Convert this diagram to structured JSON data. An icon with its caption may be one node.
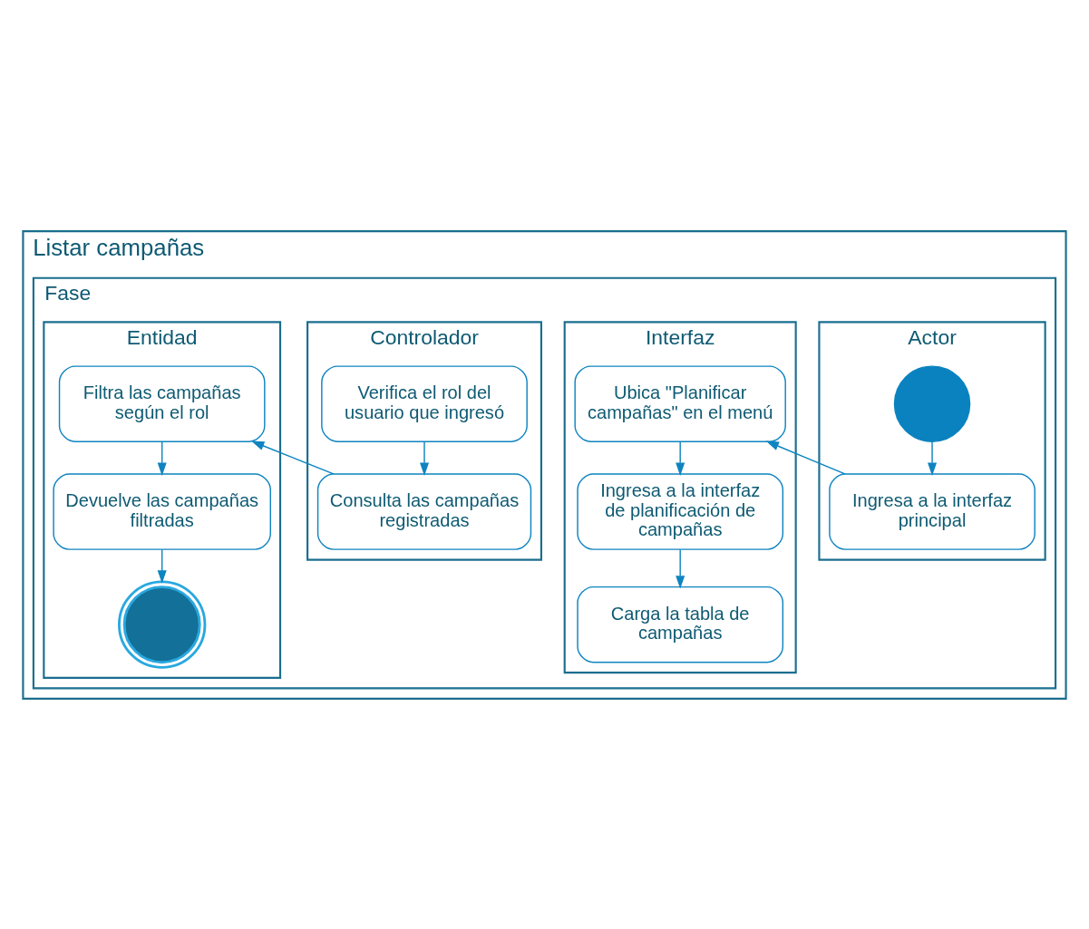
{
  "diagram": {
    "nodes": [
      {
        "text": [
          "Listar campañas"
        ]
      },
      {
        "text": [
          "Fase"
        ],
        "in": 0
      },
      {
        "text": [
          "Actor"
        ],
        "in": 1
      },
      {
        "text": [
          "Interfaz"
        ],
        "in": 1
      },
      {
        "text": [
          "Controlador"
        ],
        "in": 1
      },
      {
        "text": [
          "Entidad"
        ],
        "in": 1
      },
      {
        "text": [],
        "shape": "circle",
        "in": 2
      },
      {
        "text": [
          "Ingresa a la interfaz principal"
        ],
        "in": 2
      },
      {
        "text": [
          "Ubica \"Planificar campañas\" en el menú"
        ],
        "in": 3
      },
      {
        "text": [
          "Ingresa a la interfaz de planificación de campañas"
        ],
        "in": 3
      },
      {
        "text": [
          "Carga la tabla de campañas"
        ],
        "in": 3
      },
      {
        "text": [
          "Verifica el rol del usuario que ingresó"
        ],
        "in": 4
      },
      {
        "text": [
          "Consulta las campañas registradas"
        ],
        "in": 4
      },
      {
        "text": [
          "Filtra las campañas según el rol"
        ],
        "in": 5
      },
      {
        "text": [
          "Devuelve las campañas filtradas"
        ],
        "in": 5
      },
      {
        "text": [],
        "shape": "circle",
        "in": 5
      }
    ],
    "edges": [
      {
        "from": 6,
        "to": 7,
        "arrow": "to"
      },
      {
        "from": 7,
        "to": 8,
        "arrow": "to"
      },
      {
        "from": 8,
        "to": 9,
        "arrow": "to"
      },
      {
        "from": 9,
        "to": 10,
        "arrow": "to"
      },
      {
        "from": 11,
        "to": 12,
        "arrow": "to"
      },
      {
        "from": 12,
        "to": 13,
        "arrow": "to"
      },
      {
        "from": 13,
        "to": 14,
        "arrow": "to"
      },
      {
        "from": 14,
        "to": 15,
        "arrow": "to"
      }
    ]
  }
}
